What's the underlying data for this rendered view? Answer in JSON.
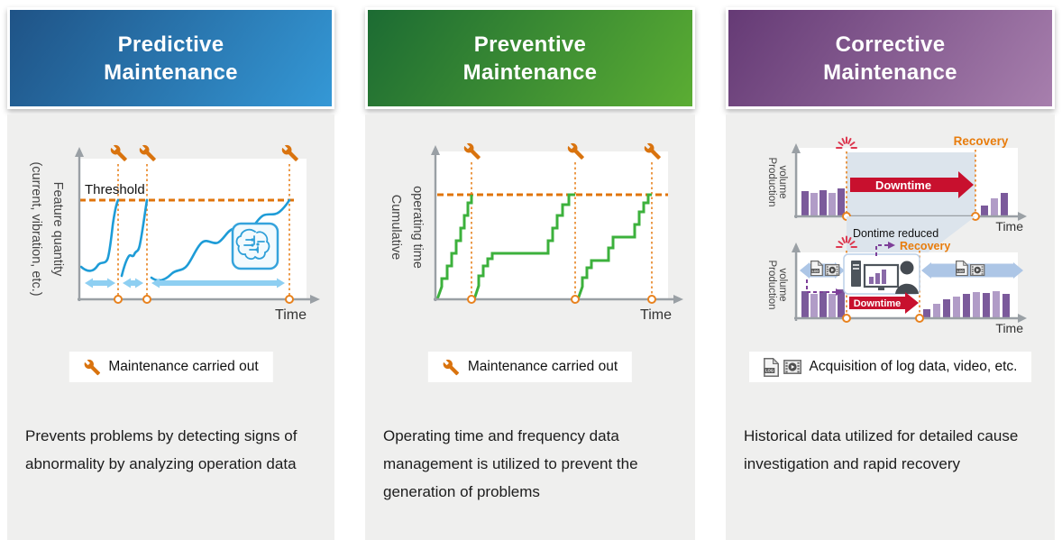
{
  "colors": {
    "panel_bg": "#efefee",
    "accent_orange": "#e0740b",
    "wrench_orange": "#d9730e",
    "curve_blue": "#1e9cd7",
    "arrow_blue": "#8ecff2",
    "block_arrow_blue": "#adc6e6",
    "step_green": "#3cb13c",
    "bar_purple_dark": "#7b5a9b",
    "bar_purple_light": "#b19cc7",
    "downtime_red": "#c8102e",
    "downtime_region": "#dce4ec",
    "axis_gray": "#9aa0a5",
    "burst_red": "#dd3850",
    "dashed_purple": "#7d3f98",
    "header_blue_start": "#1f5386",
    "header_blue_end": "#3498d6",
    "header_green_start": "#1c6b33",
    "header_green_end": "#5bad33",
    "header_purple_start": "#653a75",
    "header_purple_end": "#a77fad",
    "text_dark": "#1c1c1c"
  },
  "columns": [
    {
      "title_line1": "Predictive",
      "title_line2": "Maintenance",
      "chart": {
        "y_axis_label_line1": "Feature quantity",
        "y_axis_label_line2": "(current, vibration, etc.)",
        "threshold_label": "Threshold",
        "x_axis_label": "Time",
        "maintenance_events": 3,
        "icons": [
          "wrench-icon",
          "ai-brain-icon",
          "double-arrow-interval"
        ]
      },
      "caption": {
        "icon": "wrench-icon",
        "text": "Maintenance carried out"
      },
      "description": "Prevents problems by detecting signs of abnormality by analyzing operation data"
    },
    {
      "title_line1": "Preventive",
      "title_line2": "Maintenance",
      "chart": {
        "y_axis_label_line1": "Cumulative",
        "y_axis_label_line2": "operating time",
        "x_axis_label": "Time",
        "maintenance_events": 3,
        "icons": [
          "wrench-icon"
        ]
      },
      "caption": {
        "icon": "wrench-icon",
        "text": "Maintenance carried out"
      },
      "description": "Operating time and frequency data management is utilized to prevent the generation of problems"
    },
    {
      "title_line1": "Corrective",
      "title_line2": "Maintenance",
      "log_icon_label": "LOG",
      "chart_top": {
        "y_axis_label_line1": "Production",
        "y_axis_label_line2": "volume",
        "downtime_label": "Downtime",
        "recovery_label": "Recovery",
        "x_axis_label": "Time",
        "icons": [
          "failure-burst-icon"
        ]
      },
      "between": {
        "label": "Dontime reduced",
        "recovery_label": "Recovery"
      },
      "chart_bottom": {
        "y_axis_label_line1": "Production",
        "y_axis_label_line2": "volume",
        "downtime_label": "Downtime",
        "x_axis_label": "Time",
        "icons": [
          "log-file-icon",
          "video-icon",
          "operator-computer-icon",
          "failure-burst-icon"
        ]
      },
      "caption": {
        "icons": [
          "log-file-icon",
          "video-icon"
        ],
        "text": "Acquisition of log data, video, etc."
      },
      "description": "Historical data utilized for detailed cause investigation and rapid recovery"
    }
  ]
}
